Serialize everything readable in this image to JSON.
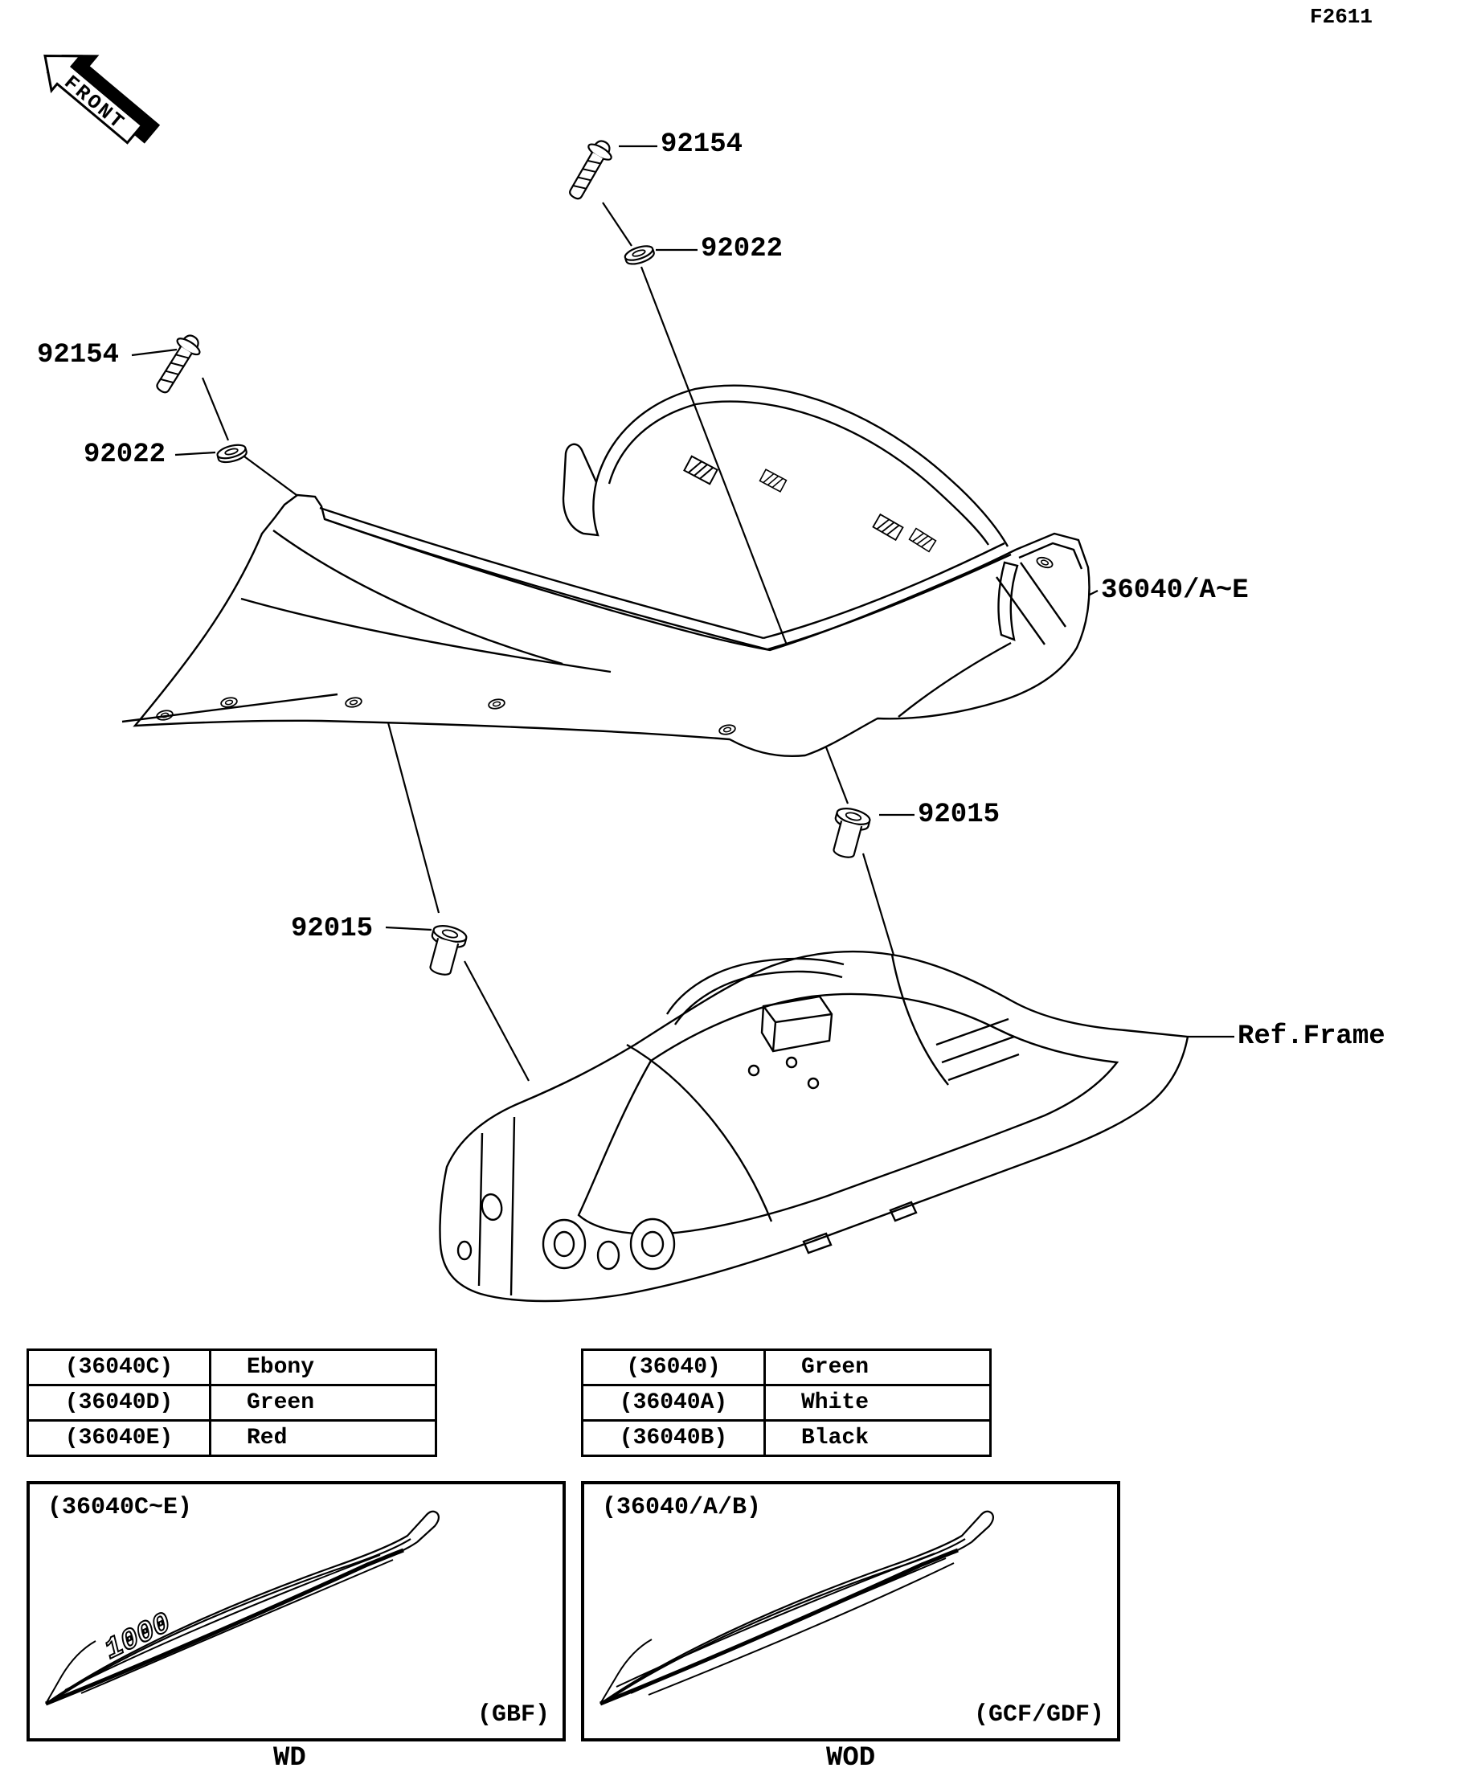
{
  "doc": {
    "figure_code": "F2611",
    "front_label": "FRONT"
  },
  "callouts": {
    "bolt_top": "92154",
    "washer_top": "92022",
    "bolt_left": "92154",
    "washer_left": "92022",
    "cover": "36040/A~E",
    "damper_right": "92015",
    "damper_left": "92015",
    "frame_ref": "Ref.Frame"
  },
  "color_tables": {
    "left": {
      "rows": [
        {
          "part": "(36040C)",
          "color": "Ebony"
        },
        {
          "part": "(36040D)",
          "color": "Green"
        },
        {
          "part": "(36040E)",
          "color": "Red"
        }
      ]
    },
    "right": {
      "rows": [
        {
          "part": "(36040)",
          "color": "Green"
        },
        {
          "part": "(36040A)",
          "color": "White"
        },
        {
          "part": "(36040B)",
          "color": "Black"
        }
      ]
    }
  },
  "variant_boxes": {
    "left": {
      "title": "(36040C~E)",
      "decal": "1000",
      "code": "(GBF)",
      "caption": "WD"
    },
    "right": {
      "title": "(36040/A/B)",
      "code": "(GCF/GDF)",
      "caption": "WOD"
    }
  },
  "colors": {
    "ink": "#000000",
    "paper": "#ffffff"
  }
}
